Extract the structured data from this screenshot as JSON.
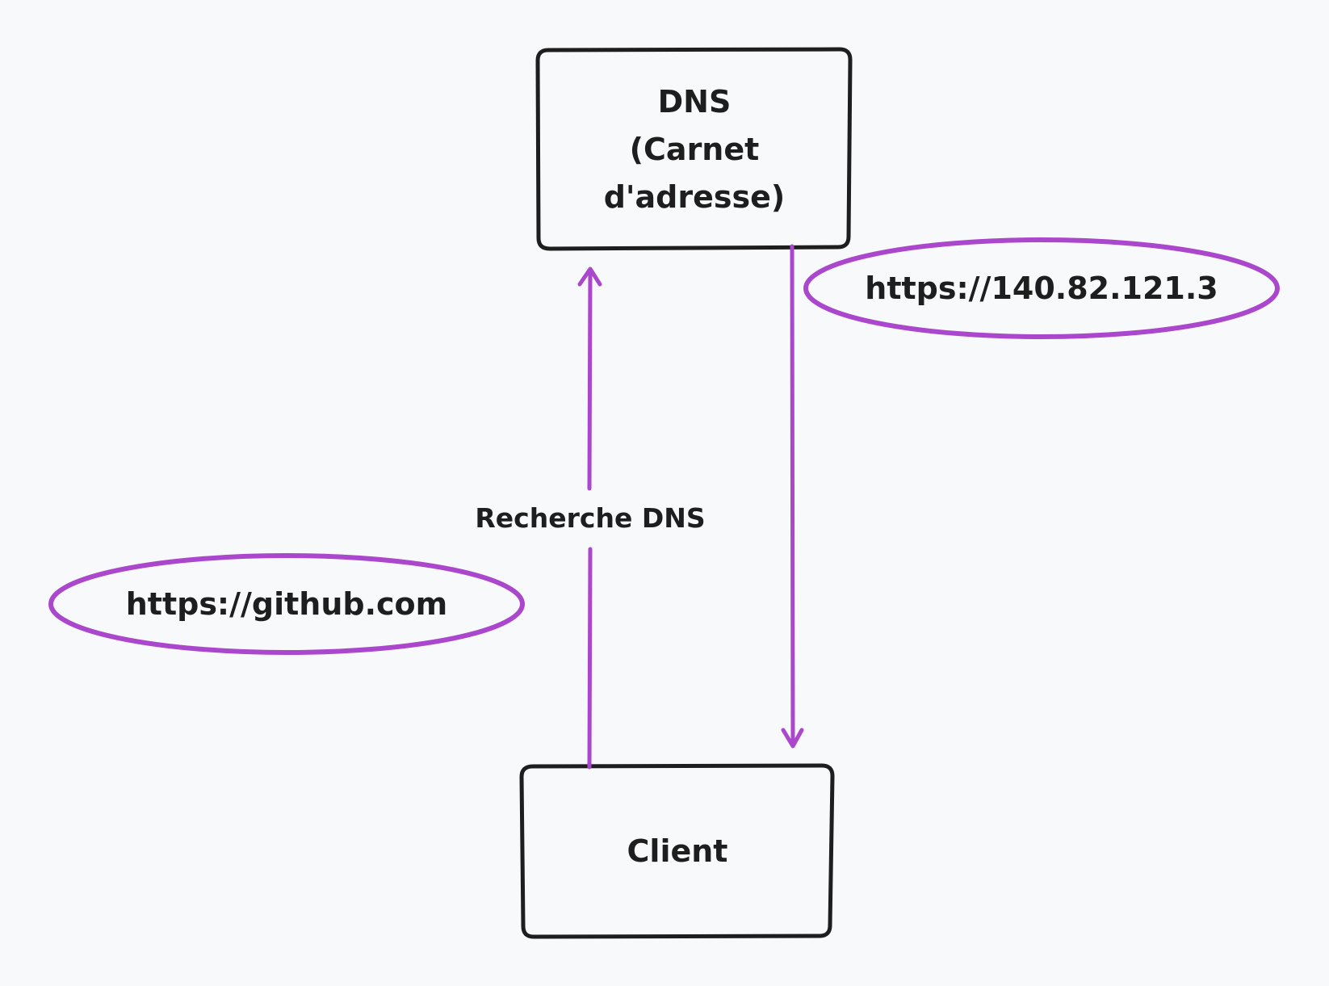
{
  "diagram": {
    "nodes": {
      "dns": {
        "label": "DNS\n(Carnet\nd'adresse)"
      },
      "client": {
        "label": "Client"
      }
    },
    "edges": {
      "lookup": {
        "label": "Recherche DNS",
        "from": "client",
        "to": "dns"
      },
      "response": {
        "label": "",
        "from": "dns",
        "to": "client"
      }
    },
    "annotations": {
      "domain_url": {
        "label": "https://github.com"
      },
      "ip_url": {
        "label": "https://140.82.121.3"
      }
    }
  },
  "colors": {
    "background": "#f8f9fa",
    "stroke": "#1e1e1e",
    "accent": "#ab47cc"
  }
}
